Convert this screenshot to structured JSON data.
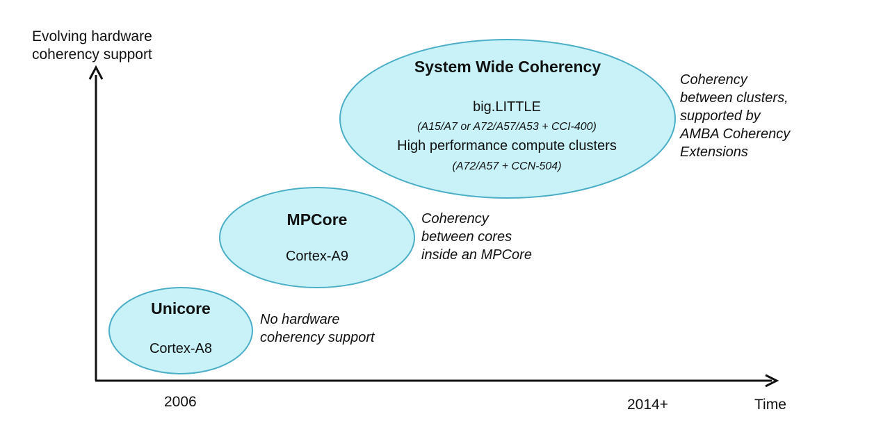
{
  "axes": {
    "y_label_line1": "Evolving hardware",
    "y_label_line2": "coherency support",
    "x_label": "Time",
    "x_tick_start": "2006",
    "x_tick_end": "2014+"
  },
  "stages": [
    {
      "title": "Unicore",
      "lines": [
        "Cortex-A8"
      ],
      "note_lines": [
        "No hardware",
        "coherency support"
      ]
    },
    {
      "title": "MPCore",
      "lines": [
        "Cortex-A9"
      ],
      "note_lines": [
        "Coherency",
        "between cores",
        "inside an MPCore"
      ]
    },
    {
      "title": "System Wide Coherency",
      "lines": [
        "big.LITTLE",
        "(A15/A7 or A72/A57/A53 + CCI-400)",
        "High performance compute clusters",
        "(A72/A57 + CCN-504)"
      ],
      "note_lines": [
        "Coherency",
        "between clusters,",
        "supported by",
        "AMBA Coherency",
        "Extensions"
      ]
    }
  ],
  "colors": {
    "ellipse_fill": "#c8f2f8",
    "ellipse_stroke": "#4aaec6",
    "axis": "#111111"
  }
}
